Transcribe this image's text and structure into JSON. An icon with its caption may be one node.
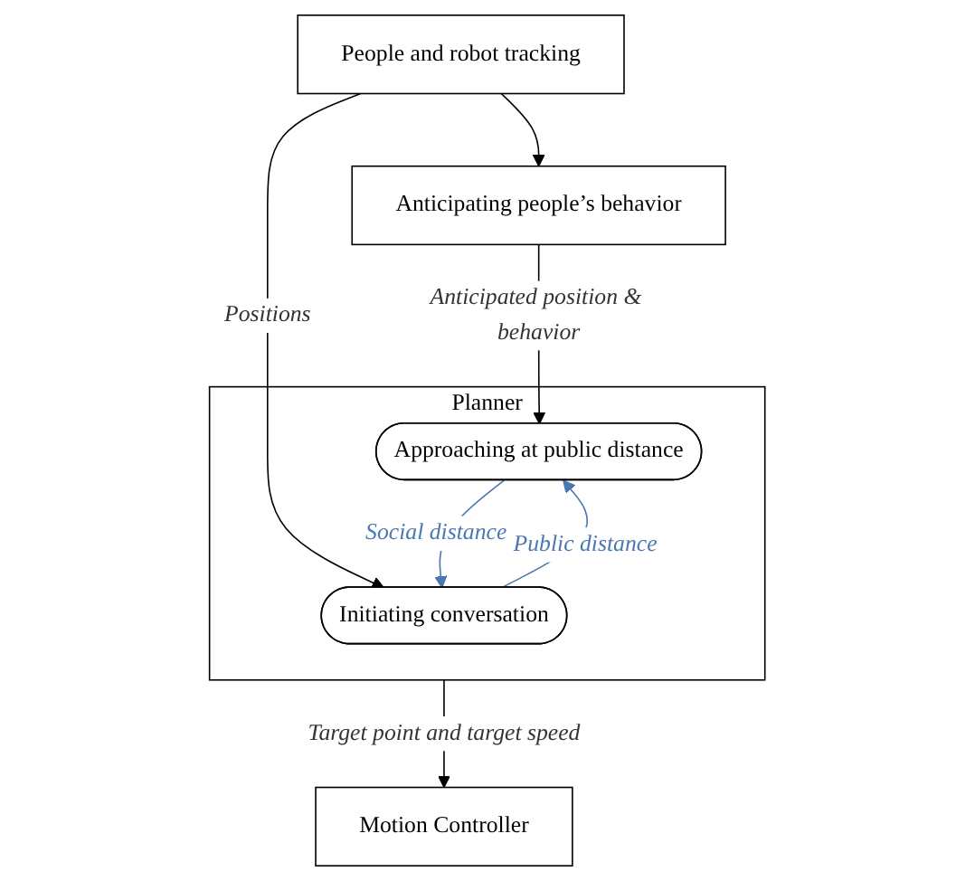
{
  "diagram": {
    "nodes": [
      {
        "text": [
          "People and robot tracking"
        ]
      },
      {
        "text": [
          "Anticipating people’s behavior"
        ]
      },
      {
        "text": [
          "Planner"
        ]
      },
      {
        "text": [
          "Initiating conversation"
        ],
        "in": 2
      },
      {
        "text": [
          "Approaching at public distance"
        ],
        "in": 2
      },
      {
        "text": [
          "Motion Controller"
        ]
      }
    ],
    "edges": [
      {
        "from": 0,
        "to": 1,
        "arrow": "to"
      },
      {
        "from": 0,
        "to": 3,
        "arrow": "to",
        "label": "Positions"
      },
      {
        "from": 1,
        "to": 4,
        "arrow": "to",
        "label": "Anticipated position & behavior"
      },
      {
        "from": 4,
        "to": 3,
        "arrow": "to",
        "label": "Social distance",
        "color": "#4a78b0"
      },
      {
        "from": 3,
        "to": 4,
        "arrow": "to",
        "label": "Public distance",
        "color": "#4a78b0"
      },
      {
        "from": 2,
        "to": 5,
        "arrow": "to",
        "label": "Target point and target speed"
      }
    ]
  }
}
